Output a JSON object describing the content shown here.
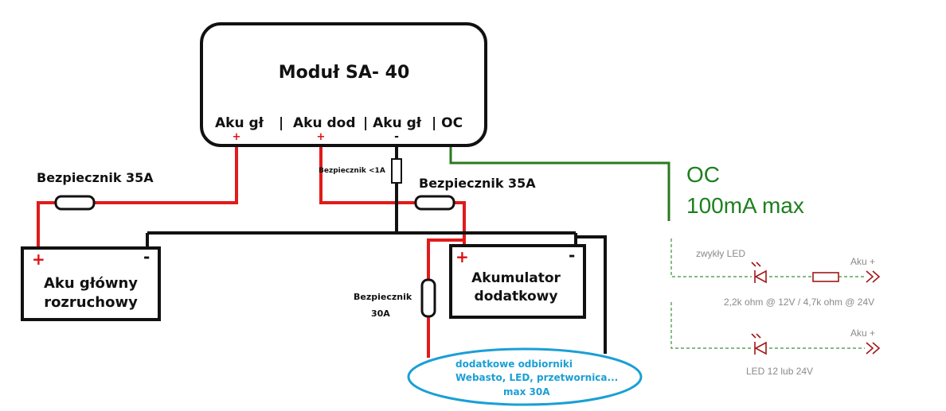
{
  "module": {
    "title": "Moduł SA- 40",
    "ports": [
      "Aku gł",
      "|",
      "Aku dod",
      "| Aku gł",
      "| OC"
    ],
    "polarity": {
      "plus_a": "+",
      "plus_b": "+",
      "minus": "-"
    }
  },
  "fuses": {
    "main_label": "Bezpiecznik 35A",
    "aux_label": "Bezpiecznik  35A",
    "small_label": "Bezpiecznik <1A",
    "load_label_1": "Bezpiecznik",
    "load_label_2": "30A"
  },
  "batteries": {
    "main": {
      "line1": "Aku główny",
      "line2": "rozruchowy",
      "plus": "+",
      "minus": "-"
    },
    "aux": {
      "line1": "Akumulator",
      "line2": "dodatkowy",
      "plus": "+",
      "minus": "-"
    }
  },
  "loads": {
    "line1": "dodatkowe odbiorniki",
    "line2": "Webasto, LED, przetwornica...",
    "line3": "max 30A"
  },
  "oc": {
    "line1": "OC",
    "line2": "100mA max"
  },
  "led_circuit_1": {
    "led_label": "zwykły LED",
    "target_label": "Aku +",
    "resistor_label": "2,2k ohm @ 12V / 4,7k ohm @ 24V"
  },
  "led_circuit_2": {
    "target_label": "Aku +",
    "led_label": "LED  12 lub 24V"
  },
  "colors": {
    "power_wire": "#e01b1b",
    "ground_wire": "#111111",
    "oc_wire": "#2a7a1f",
    "load_ellipse": "#1a9fd6",
    "component": "#a01818"
  }
}
